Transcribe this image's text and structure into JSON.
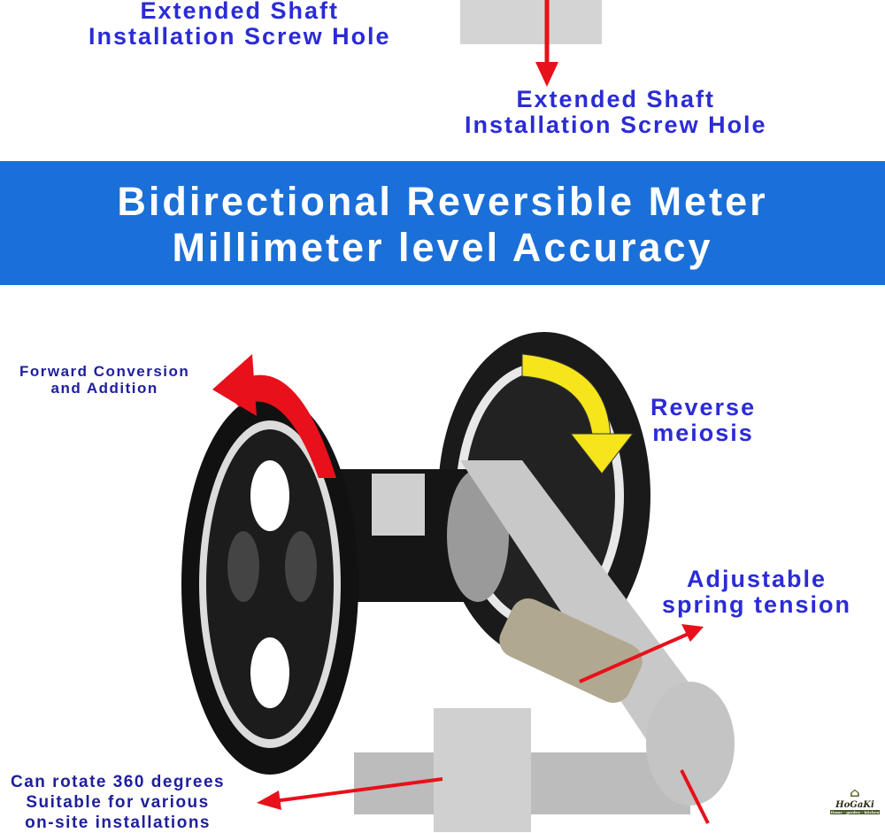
{
  "top": {
    "label_left": [
      "Extended Shaft",
      "Installation Screw Hole"
    ],
    "label_right": [
      "Extended Shaft",
      "Installation Screw Hole"
    ]
  },
  "banner": {
    "line1": "Bidirectional Reversible Meter",
    "line2": "Millimeter level Accuracy",
    "color": "#1b6fd8"
  },
  "callouts": {
    "forward": [
      "Forward Conversion",
      "and Addition"
    ],
    "reverse": [
      "Reverse",
      "meiosis"
    ],
    "spring": [
      "Adjustable",
      "spring tension"
    ],
    "rotate": [
      "Can rotate 360 degrees",
      "Suitable for various",
      "on-site installations"
    ]
  },
  "logo": {
    "name": "HoGaKi",
    "tagline": "Home - garden - kitchen"
  }
}
